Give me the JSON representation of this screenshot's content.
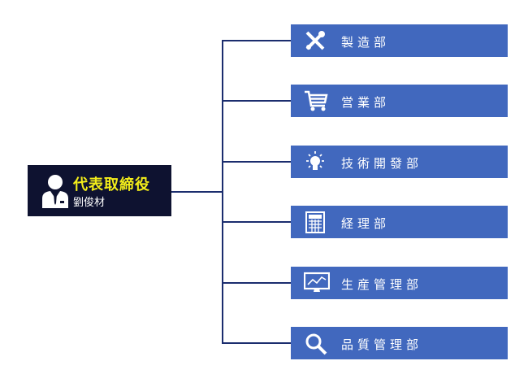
{
  "head": {
    "title": "代表取締役",
    "name": "劉俊材",
    "icon": "person-suit-icon"
  },
  "departments": [
    {
      "label": "製造部",
      "icon": "tools-icon"
    },
    {
      "label": "営業部",
      "icon": "cart-icon"
    },
    {
      "label": "技術開發部",
      "icon": "lightbulb-icon"
    },
    {
      "label": "経理部",
      "icon": "calculator-icon"
    },
    {
      "label": "生産管理部",
      "icon": "monitor-chart-icon"
    },
    {
      "label": "品質管理部",
      "icon": "magnifier-icon"
    }
  ],
  "colors": {
    "line": "#1b2d6e",
    "dept": "#4168be",
    "head": "#0e1230",
    "title": "#f4ee1a"
  }
}
